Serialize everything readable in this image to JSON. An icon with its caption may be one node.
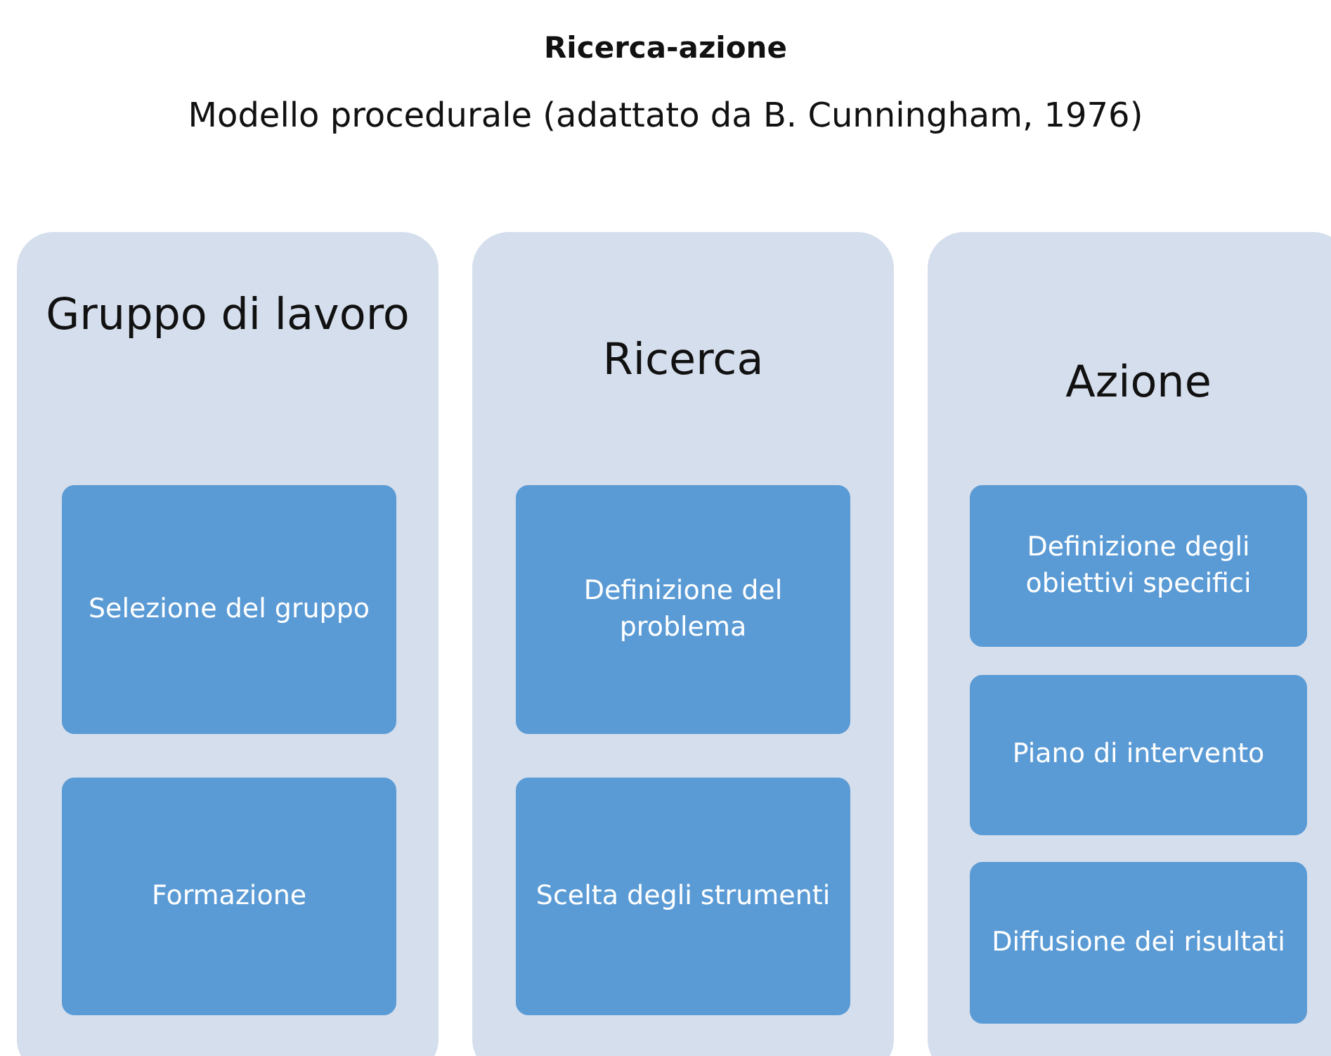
{
  "diagram": {
    "title": "Ricerca-azione",
    "caption": "Modello procedurale (adattato da B. Cunningham, 1976)",
    "nodes": [
      {
        "text": [
          "Gruppo di lavoro"
        ]
      },
      {
        "text": [
          "Selezione del gruppo"
        ],
        "in": 0
      },
      {
        "text": [
          "Formazione"
        ],
        "in": 0
      },
      {
        "text": [
          "Ricerca"
        ]
      },
      {
        "text": [
          "Definizione del problema"
        ],
        "in": 3
      },
      {
        "text": [
          "Scelta degli strumenti"
        ],
        "in": 3
      },
      {
        "text": [
          "Azione"
        ]
      },
      {
        "text": [
          "Definizione degli obiettivi specifici"
        ],
        "in": 6
      },
      {
        "text": [
          "Piano di intervento"
        ],
        "in": 6
      },
      {
        "text": [
          "Diffusione dei risultati"
        ],
        "in": 6
      }
    ]
  }
}
